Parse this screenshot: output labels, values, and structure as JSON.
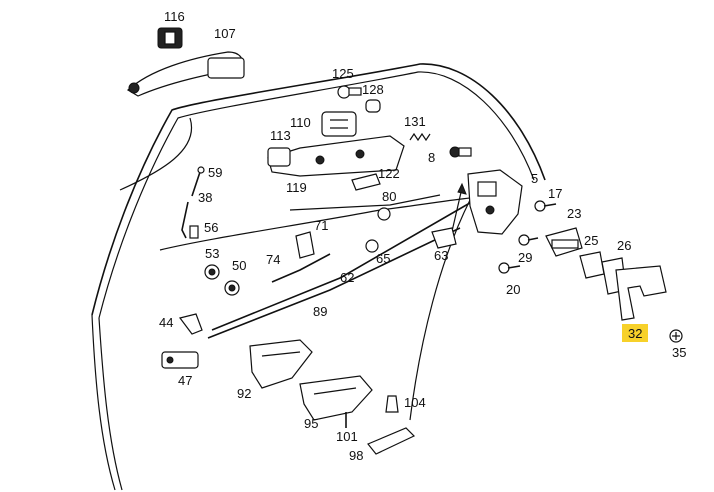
{
  "callouts": {
    "c116": "116",
    "c107": "107",
    "c125": "125",
    "c128": "128",
    "c110": "110",
    "c113": "113",
    "c131": "131",
    "c8": "8",
    "c122": "122",
    "c119": "119",
    "c59": "59",
    "c38": "38",
    "c56": "56",
    "c53": "53",
    "c50": "50",
    "c74": "74",
    "c71": "71",
    "c80": "80",
    "c65": "65",
    "c62": "62",
    "c89": "89",
    "c44": "44",
    "c47": "47",
    "c92": "92",
    "c95": "95",
    "c101": "101",
    "c104": "104",
    "c98": "98",
    "c63": "63",
    "c5": "5",
    "c17": "17",
    "c23": "23",
    "c29": "29",
    "c20": "20",
    "c25": "25",
    "c26": "26",
    "c32": "32",
    "c35": "35"
  },
  "highlight": {
    "part": "32",
    "color": "#f7d12a"
  }
}
